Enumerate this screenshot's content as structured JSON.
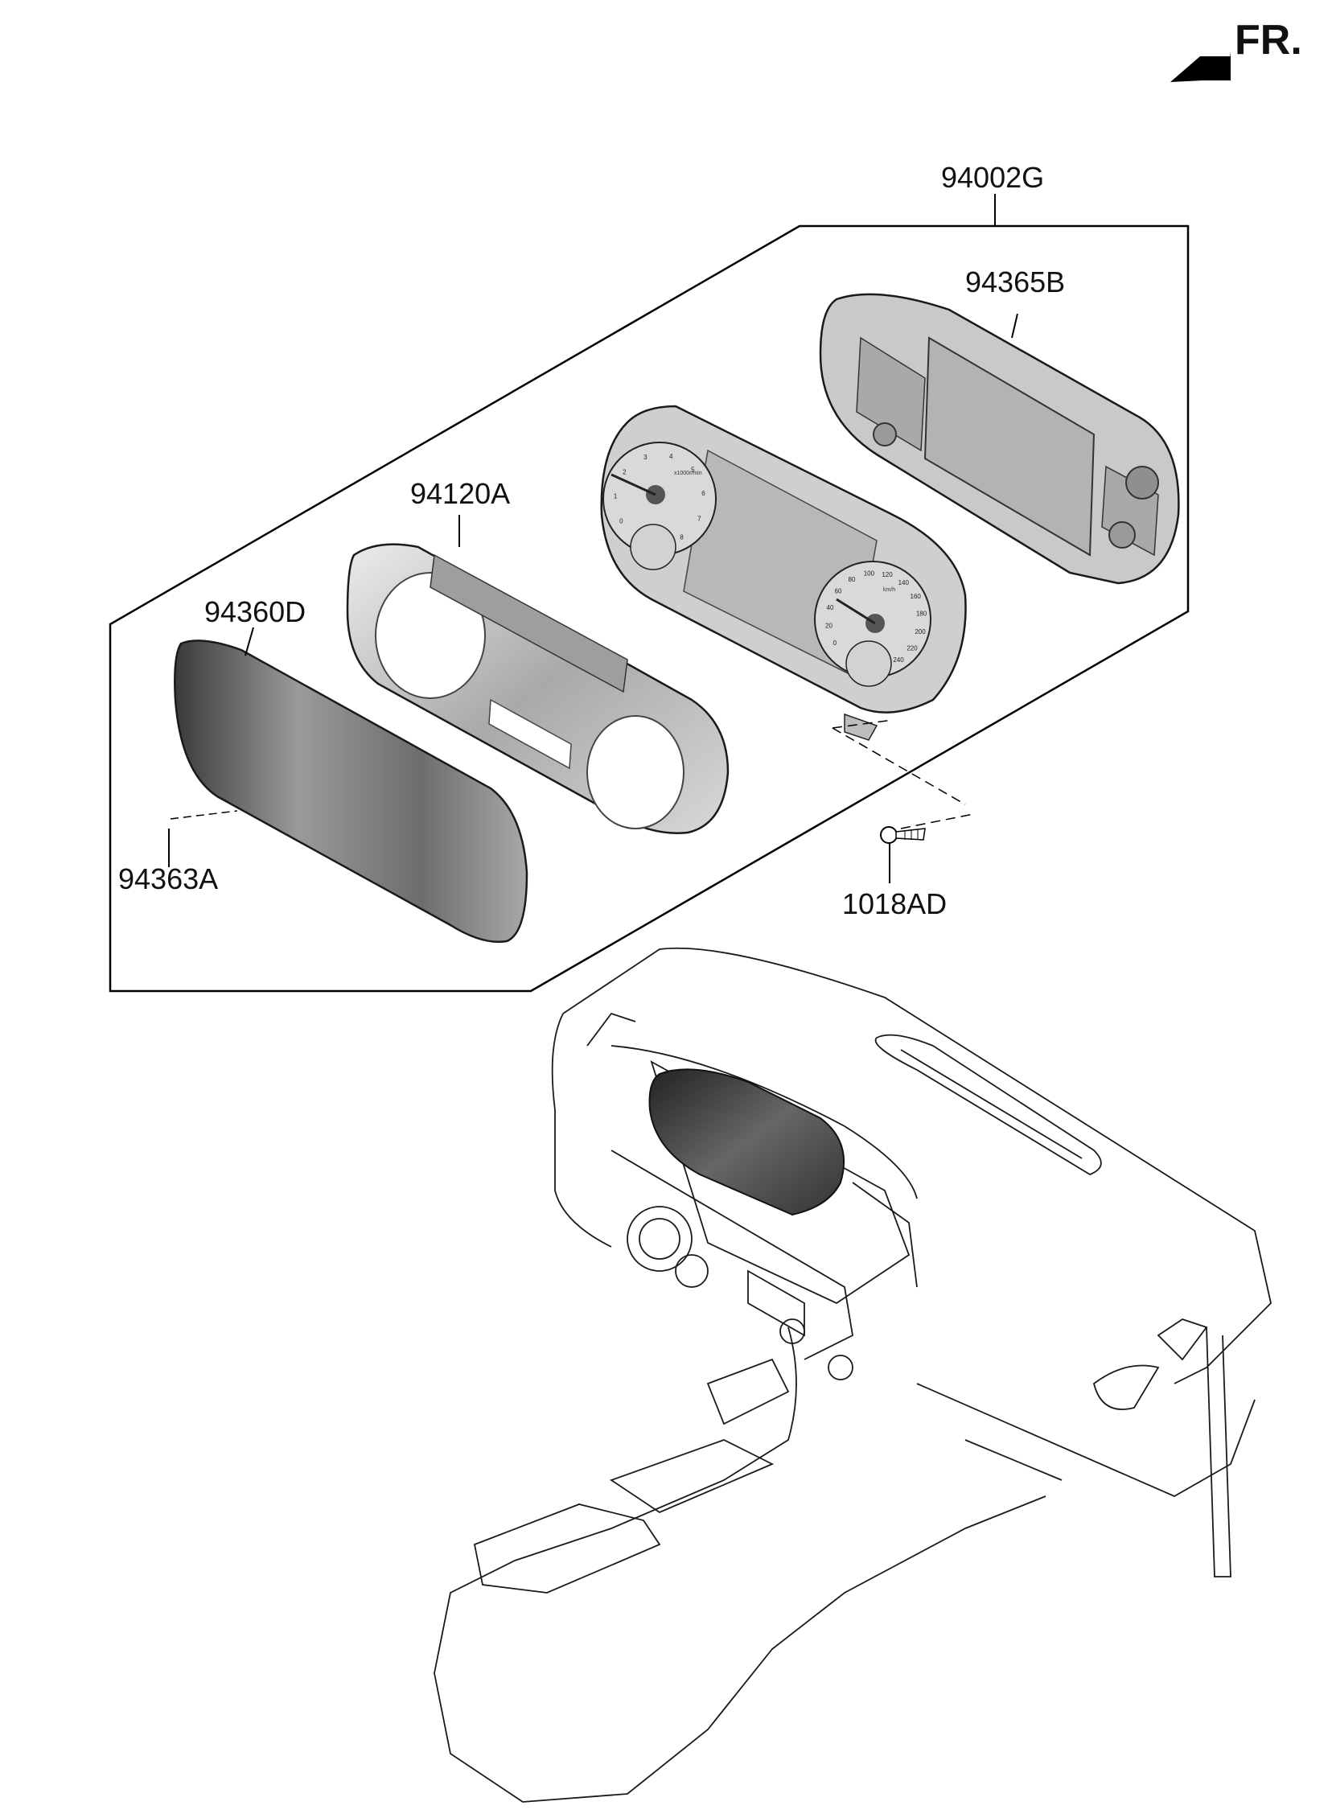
{
  "direction": {
    "label": "FR.",
    "icon": "front-direction-arrow-icon"
  },
  "parts": {
    "assembly": "94002G",
    "case": "94365B",
    "facia_panel": "94120A",
    "window": "94360D",
    "window_clip": "94363A",
    "screw": "1018AD"
  },
  "gauge_scales": {
    "tachometer": [
      "0",
      "1",
      "2",
      "3",
      "4",
      "5",
      "6",
      "7",
      "8"
    ],
    "tachometer_unit": "x1000r/min",
    "speedometer": [
      "0",
      "20",
      "40",
      "60",
      "80",
      "100",
      "120",
      "140",
      "160",
      "180",
      "200",
      "220",
      "240"
    ],
    "speedometer_unit": "km/h"
  },
  "colors": {
    "line": "#1a1a1a",
    "part_fill": "#bdbdbd",
    "part_dark": "#5a5a5a",
    "frame": "#000000"
  }
}
